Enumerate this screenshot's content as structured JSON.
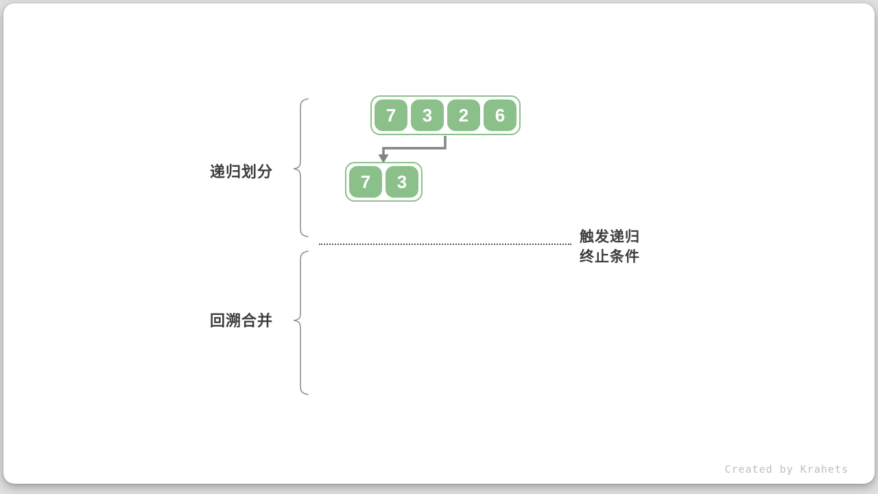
{
  "diagram": {
    "title_context": "merge-sort-recursion-diagram",
    "phase_labels": [
      {
        "label": "递归划分"
      },
      {
        "label": "回溯合并"
      }
    ],
    "arrays": [
      {
        "level": 1,
        "values": [
          "7",
          "3",
          "2",
          "6"
        ]
      },
      {
        "level": 2,
        "values": [
          "7",
          "3"
        ]
      }
    ],
    "annotation": {
      "line1": "触发递归",
      "line2": "终止条件"
    },
    "watermark": "Created by Krahets",
    "colors": {
      "cell_green": "#8cc08a",
      "arrow_gray": "#848484",
      "brace_gray": "#8f8f8f",
      "text_dark": "#3c3c3c",
      "dotted_line": "#4d4d4d",
      "watermark_gray": "#bdbdbd"
    }
  }
}
